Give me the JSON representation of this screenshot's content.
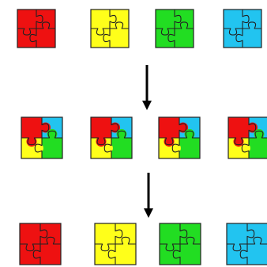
{
  "colors": {
    "red": "#ee1111",
    "yellow": "#ffff1a",
    "green": "#22dd22",
    "blue": "#22c4f0",
    "arrow": "#000000",
    "outline": "#222222"
  },
  "rows": [
    {
      "id": "input",
      "puzzles": [
        {
          "quadrants": [
            "red",
            "red",
            "red",
            "red"
          ]
        },
        {
          "quadrants": [
            "yellow",
            "yellow",
            "yellow",
            "yellow"
          ]
        },
        {
          "quadrants": [
            "green",
            "green",
            "green",
            "green"
          ]
        },
        {
          "quadrants": [
            "blue",
            "blue",
            "blue",
            "blue"
          ]
        }
      ]
    },
    {
      "id": "mixed",
      "puzzles": [
        {
          "quadrants": [
            "red",
            "blue",
            "yellow",
            "green"
          ]
        },
        {
          "quadrants": [
            "red",
            "blue",
            "yellow",
            "green"
          ]
        },
        {
          "quadrants": [
            "red",
            "blue",
            "yellow",
            "green"
          ]
        },
        {
          "quadrants": [
            "red",
            "blue",
            "yellow",
            "green"
          ]
        }
      ]
    },
    {
      "id": "output",
      "puzzles": [
        {
          "quadrants": [
            "red",
            "red",
            "red",
            "red"
          ]
        },
        {
          "quadrants": [
            "yellow",
            "yellow",
            "yellow",
            "yellow"
          ]
        },
        {
          "quadrants": [
            "green",
            "green",
            "green",
            "green"
          ]
        },
        {
          "quadrants": [
            "blue",
            "blue",
            "blue",
            "blue"
          ]
        }
      ]
    }
  ],
  "arrows": [
    {
      "direction": "down",
      "from_row": "input",
      "to_row": "mixed"
    },
    {
      "direction": "down",
      "from_row": "mixed",
      "to_row": "output"
    }
  ]
}
